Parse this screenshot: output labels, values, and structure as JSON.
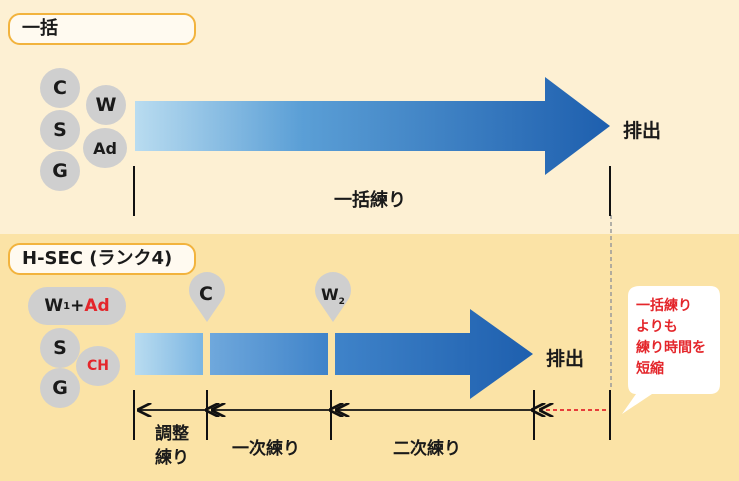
{
  "top": {
    "tag": "一括",
    "ingredients": [
      "C",
      "W",
      "S",
      "Ad",
      "G"
    ],
    "output": "排出",
    "step_label": "一括練り"
  },
  "bottom": {
    "tag": "H-SEC (ランク4)",
    "w1_main": "W",
    "w1_sub": "1",
    "w1_plus": "+",
    "w1_ad": "Ad",
    "ingredients": [
      "S",
      "CH",
      "G"
    ],
    "add_c": "C",
    "add_w2_main": "W",
    "add_w2_sub": "2",
    "output": "排出",
    "steps": [
      "調整",
      "練り",
      "一次練り",
      "二次練り"
    ]
  },
  "callout": [
    "一括練り",
    "よりも",
    "練り時間を",
    "短縮"
  ],
  "colors": {
    "top_panel": "#fdf0d3",
    "bottom_panel": "#fbe3a6",
    "arrow_start": "#b9dcf0",
    "arrow_end": "#1e5fae",
    "accent_red": "#e4262b",
    "tag_border": "#f2b33d"
  }
}
